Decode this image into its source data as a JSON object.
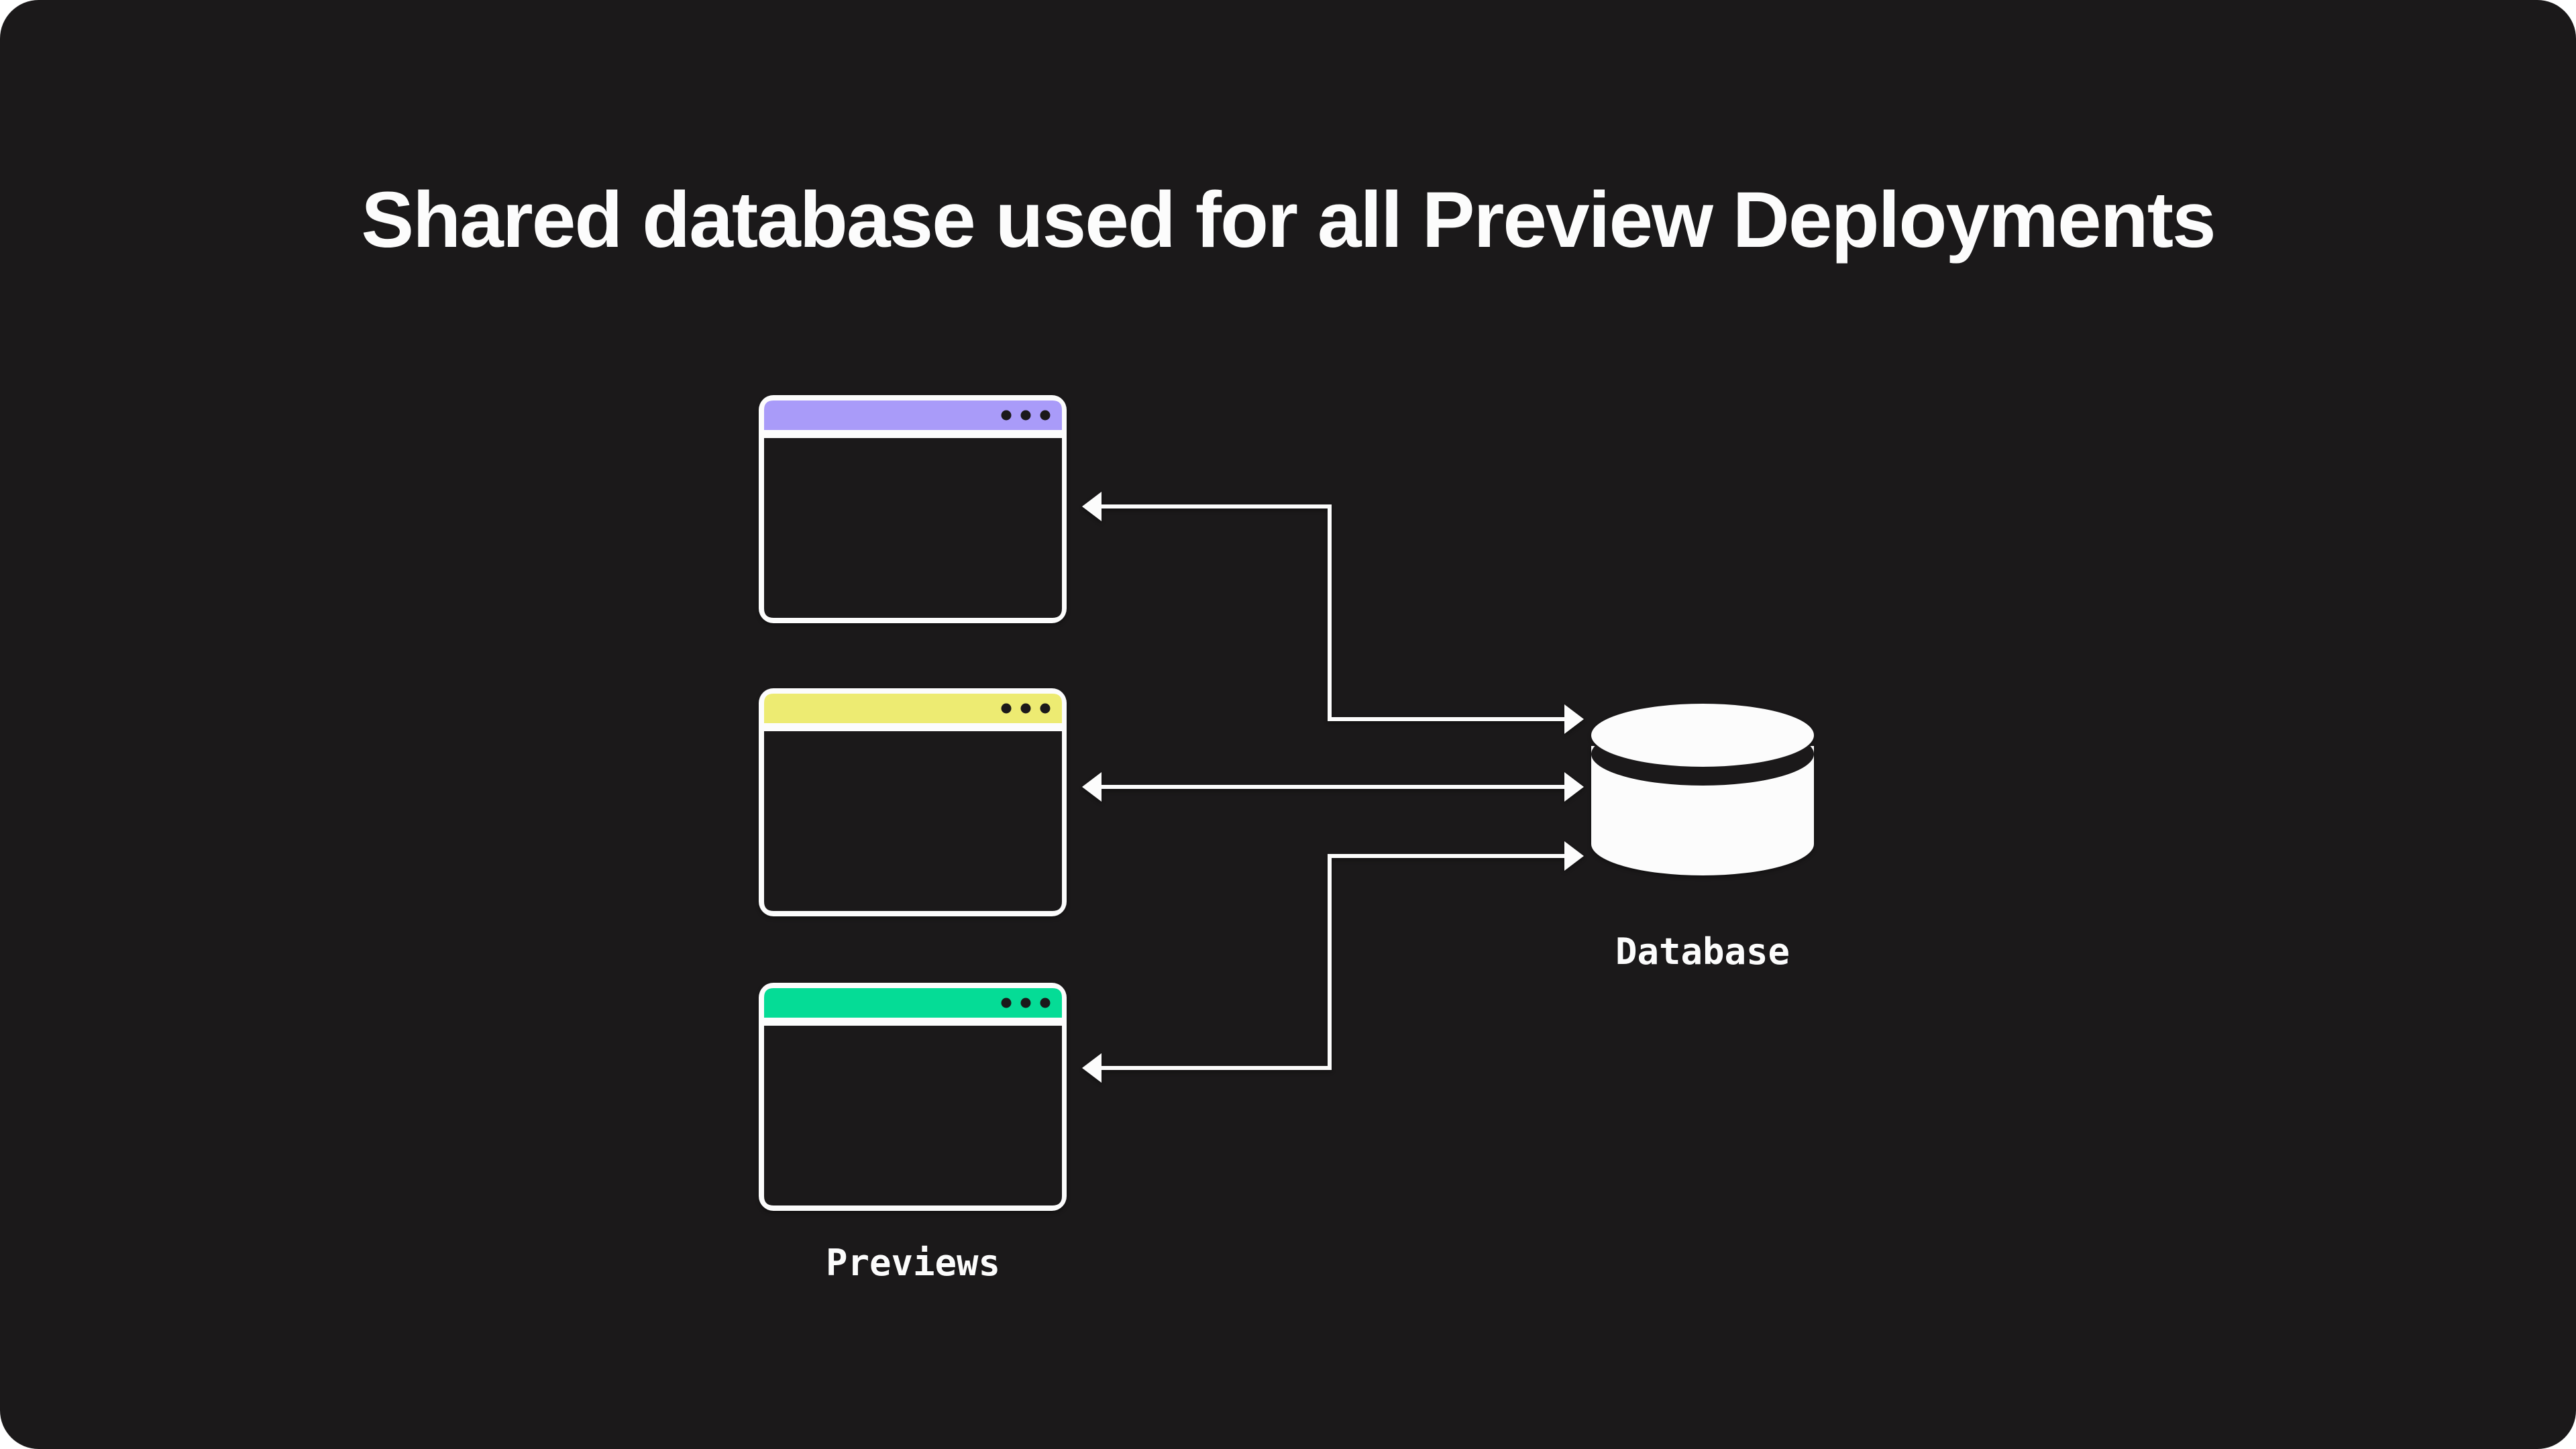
{
  "title": "Shared database used for all Preview Deployments",
  "colors": {
    "background": "#1b191a",
    "white": "#fcfcfc",
    "purple_bar": "#a99bf9",
    "yellow_bar": "#edeb72",
    "green_bar": "#05dc96",
    "line": "#fcfcfc"
  },
  "previews": {
    "label": "Previews",
    "windows": [
      {
        "name": "preview-window-1",
        "bar_color": "#a99bf9"
      },
      {
        "name": "preview-window-2",
        "bar_color": "#edeb72"
      },
      {
        "name": "preview-window-3",
        "bar_color": "#05dc96"
      }
    ]
  },
  "database": {
    "label": "Database",
    "icon": "database-cylinder-icon",
    "color": "#fcfcfc"
  },
  "connections": [
    {
      "from": "preview-window-1",
      "to": "database",
      "direction": "bidirectional",
      "shape": "elbow-down"
    },
    {
      "from": "preview-window-2",
      "to": "database",
      "direction": "bidirectional",
      "shape": "straight"
    },
    {
      "from": "preview-window-3",
      "to": "database",
      "direction": "bidirectional",
      "shape": "elbow-up"
    }
  ]
}
